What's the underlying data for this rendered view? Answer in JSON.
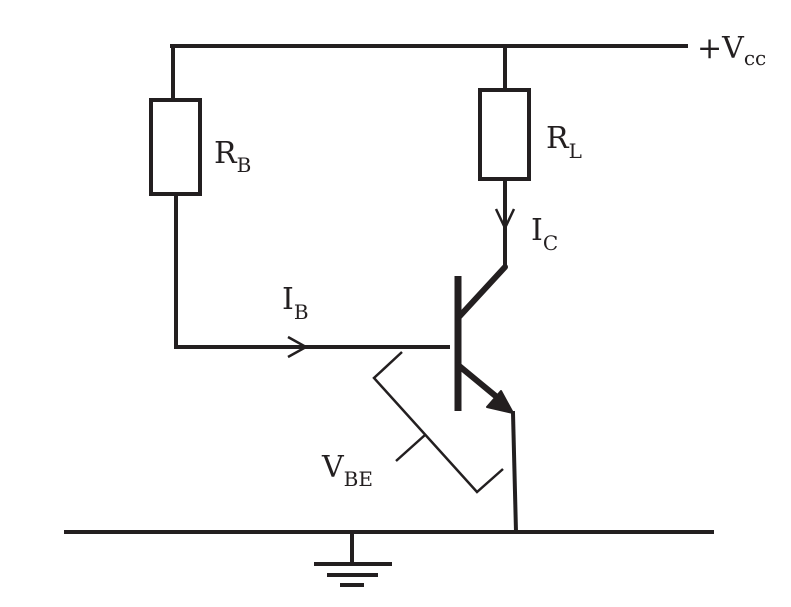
{
  "labels": {
    "vcc": {
      "main": "+V",
      "sub": "cc"
    },
    "rb": {
      "main": "R",
      "sub": "B"
    },
    "rl": {
      "main": "R",
      "sub": "L"
    },
    "ic": {
      "main": "I",
      "sub": "C"
    },
    "ib": {
      "main": "I",
      "sub": "B"
    },
    "vbe": {
      "main": "V",
      "sub": "BE"
    }
  },
  "colors": {
    "ink": "#231f20",
    "background": "#ffffff"
  }
}
